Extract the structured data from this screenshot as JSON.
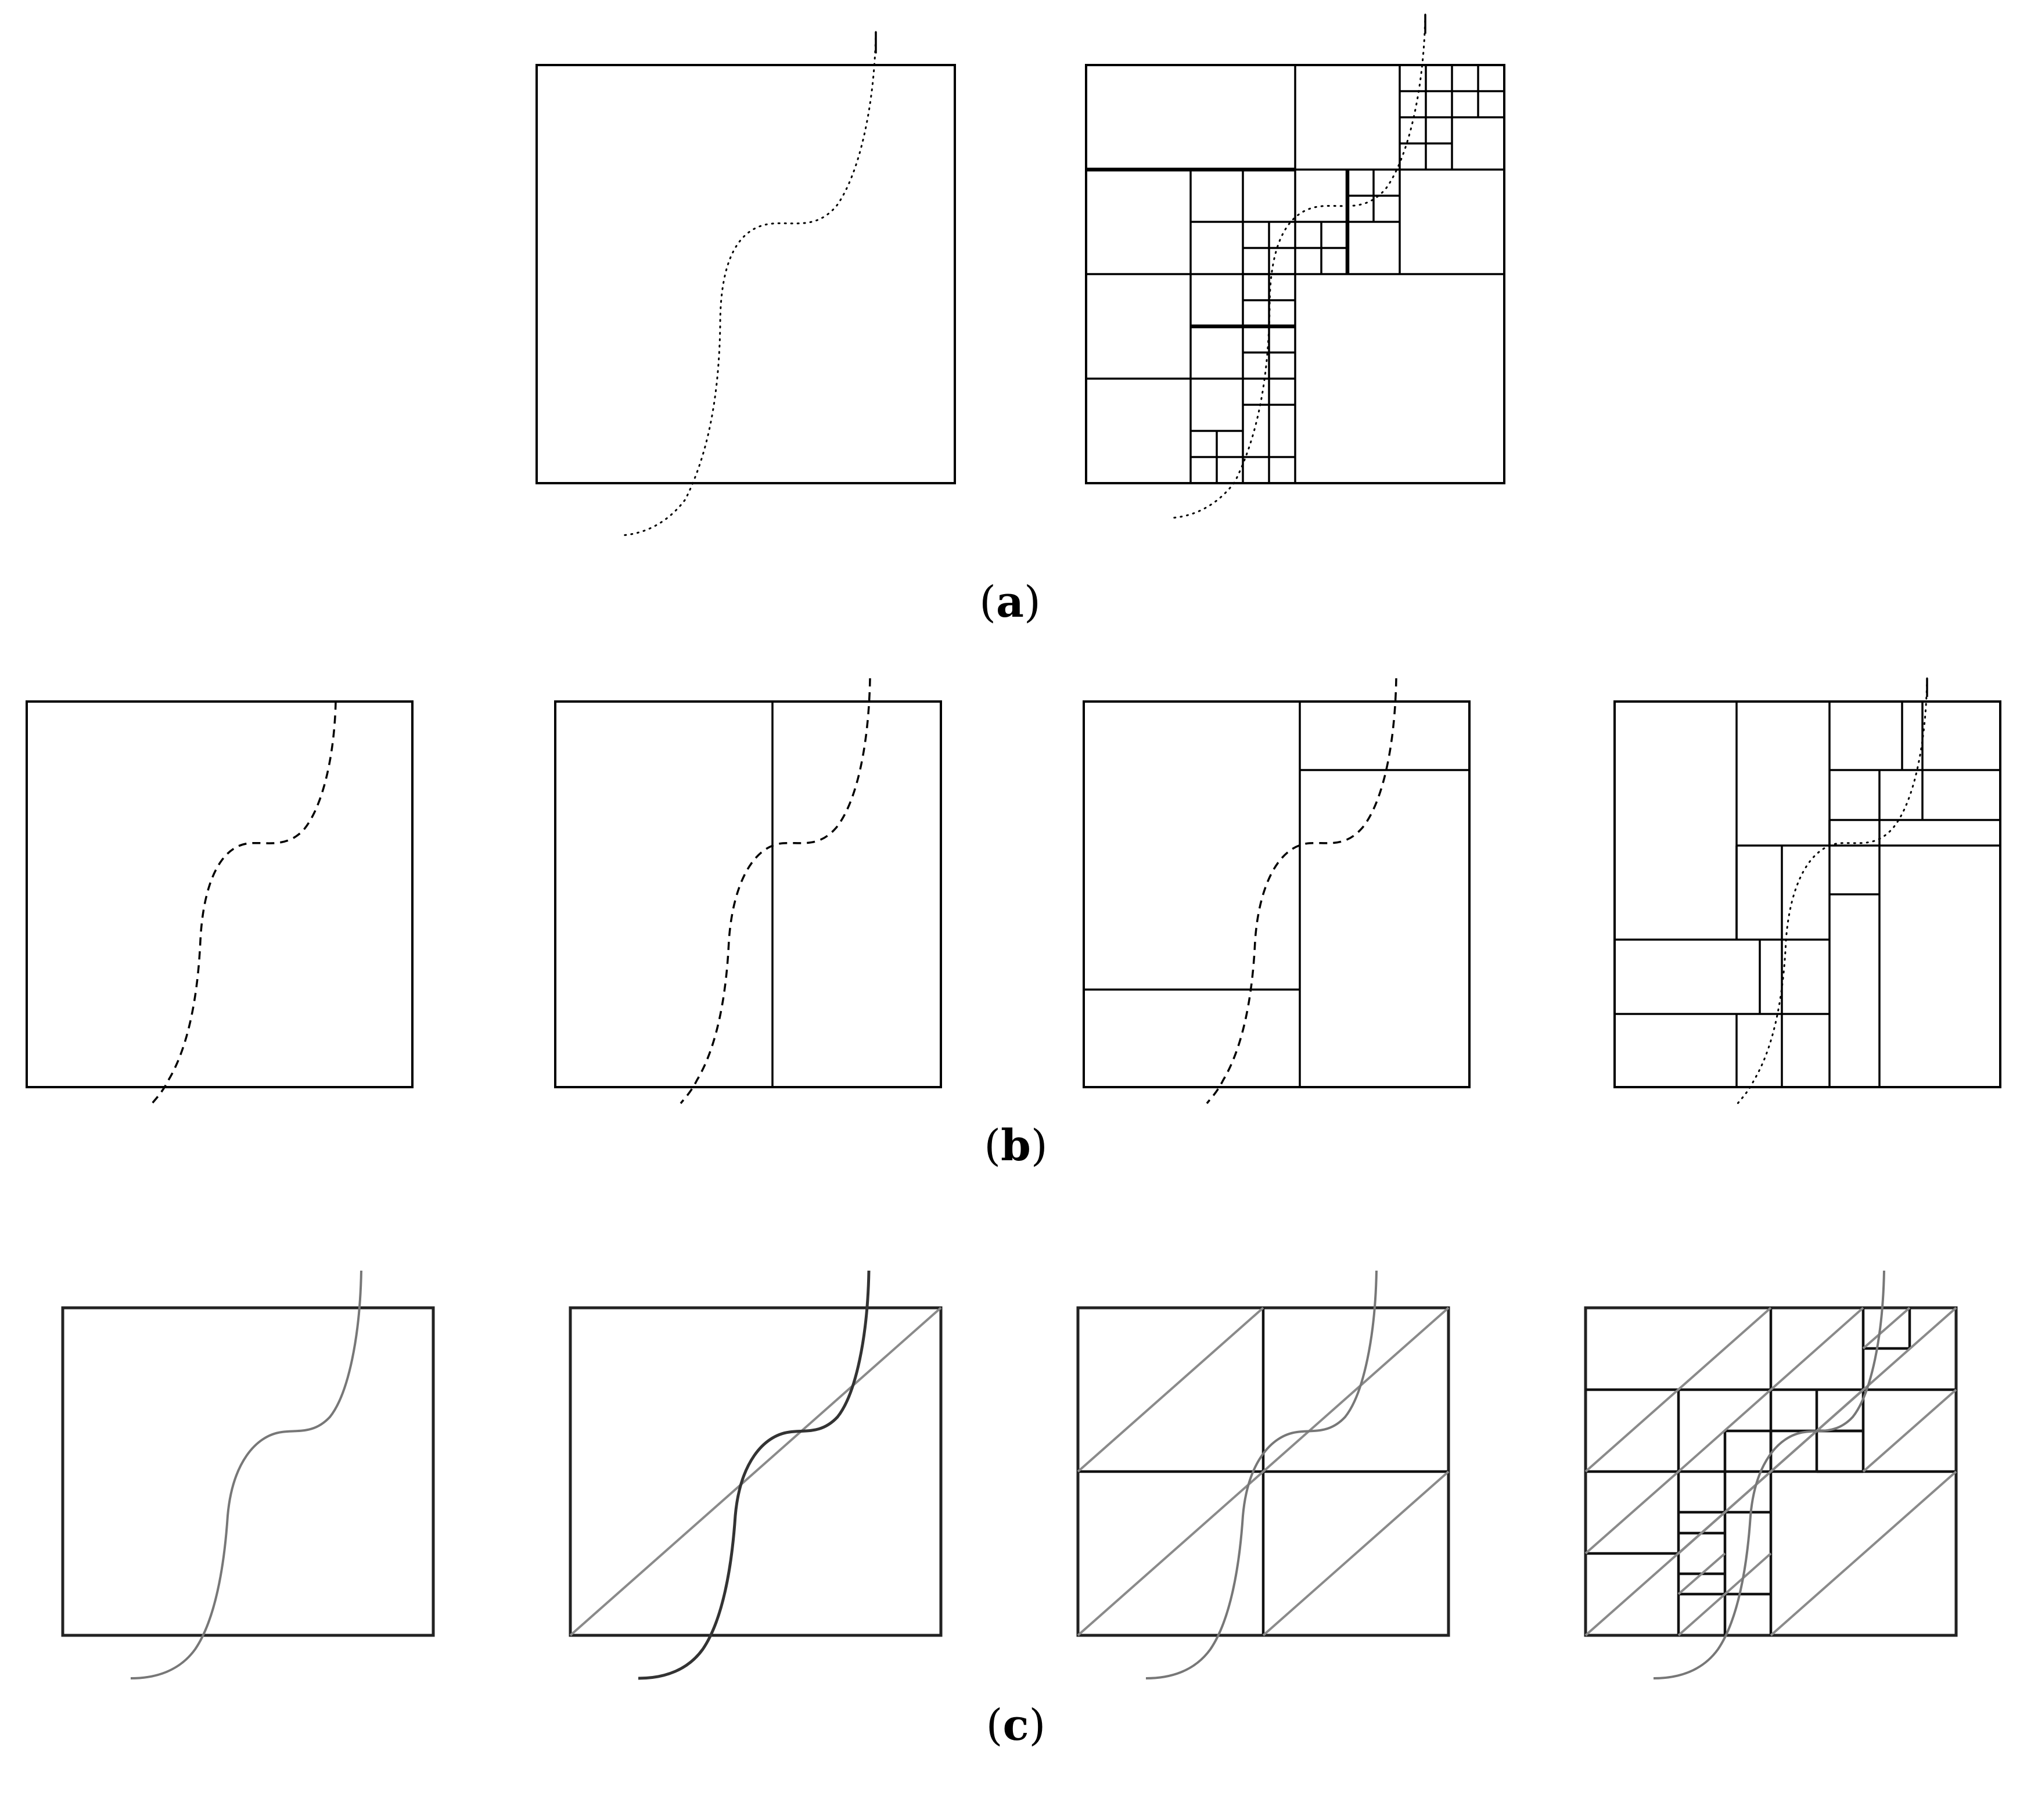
{
  "labels": {
    "a": {
      "open": "(",
      "letter": "a",
      "close": ")"
    },
    "b": {
      "open": "(",
      "letter": "b",
      "close": ")"
    },
    "c": {
      "open": "(",
      "letter": "c",
      "close": ")"
    }
  },
  "colors": {
    "line": "#000000",
    "curve_gray": "#777777",
    "diagonal": "#8a8a8a",
    "background": "#ffffff"
  }
}
